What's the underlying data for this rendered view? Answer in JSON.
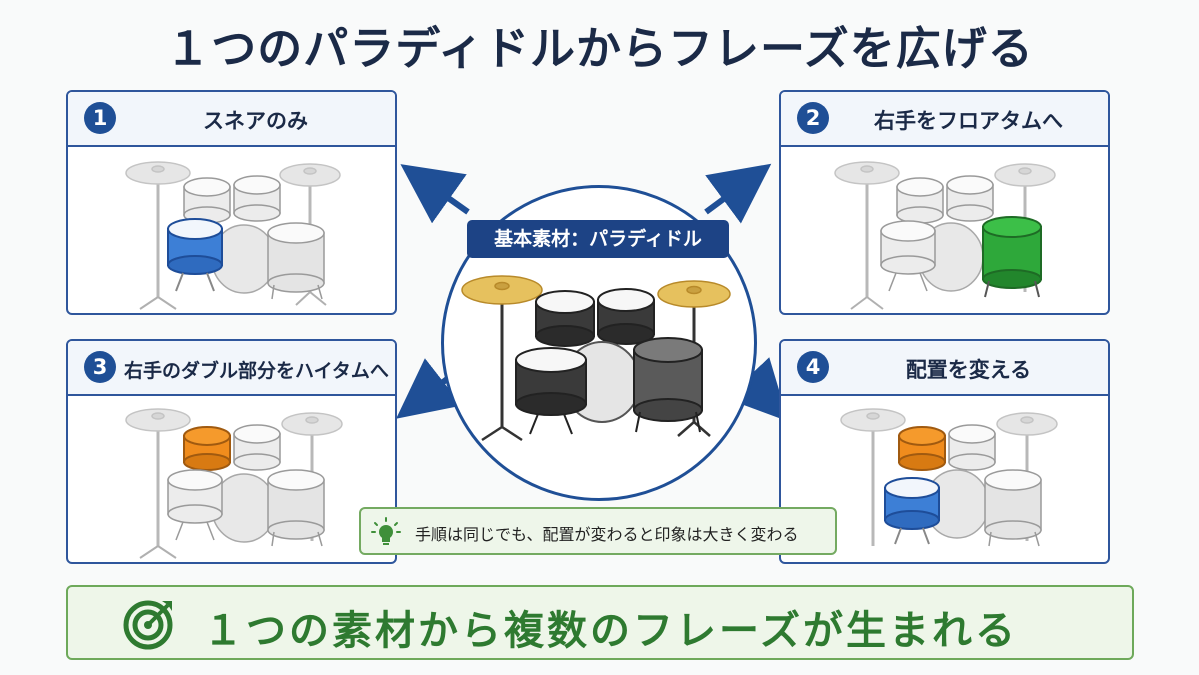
{
  "title": "１つのパラディドルからフレーズを広げる",
  "center": {
    "label": "基本素材：パラディドル"
  },
  "panels": [
    {
      "number": "1",
      "title": "スネアのみ",
      "highlight": "snare",
      "color": "#3d7fd6"
    },
    {
      "number": "2",
      "title": "右手をフロアタムへ",
      "highlight": "floor-tom",
      "color": "#2ea83a"
    },
    {
      "number": "3",
      "title": "右手のダブル部分をハイタムへ",
      "highlight": "high-tom",
      "color": "#f08c1d"
    },
    {
      "number": "4",
      "title": "配置を変える",
      "highlight": "high-tom+snare",
      "colors": [
        "#f08c1d",
        "#3d7fd6"
      ]
    }
  ],
  "tip": {
    "icon": "lightbulb-icon",
    "text": "手順は同じでも、配置が変わると印象は大きく変わる"
  },
  "banner": {
    "icon": "target-icon",
    "text": "１つの素材から複数のフレーズが生まれる"
  }
}
